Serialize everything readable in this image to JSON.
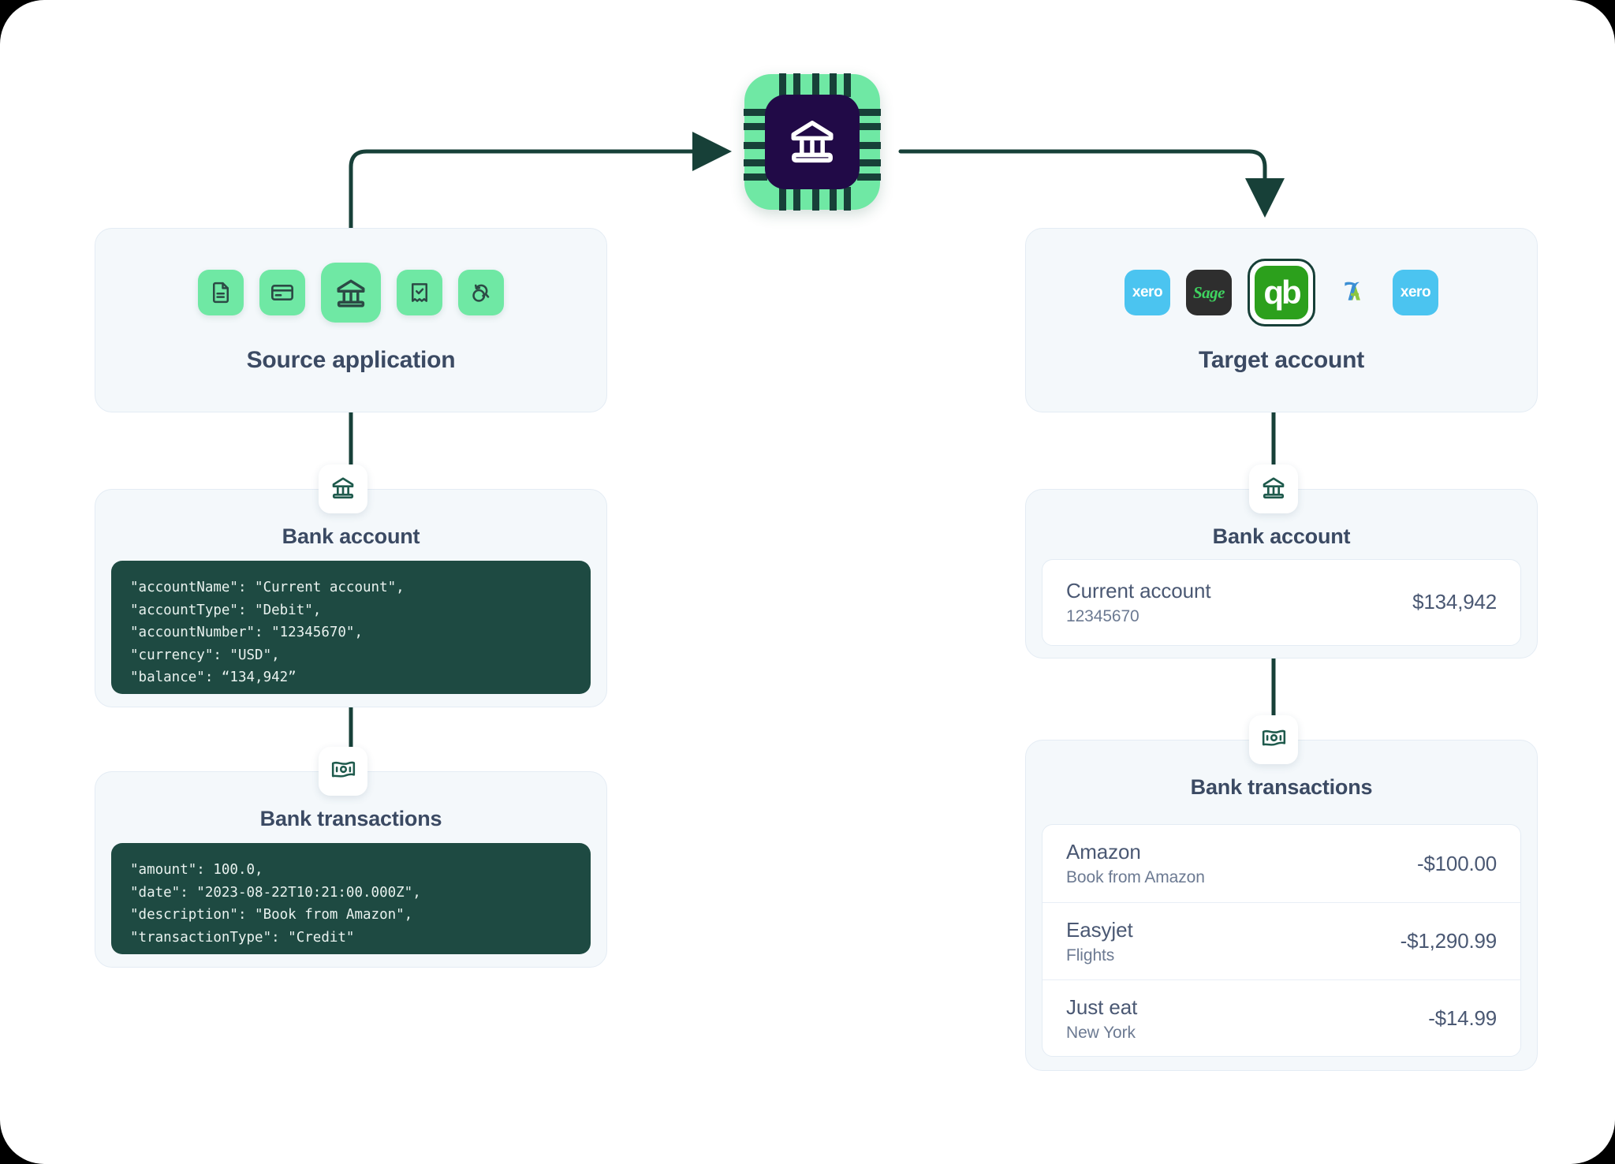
{
  "theme": {
    "canvas_bg": "#ffffff",
    "panel_bg": "#F4F8FB",
    "panel_border": "#E4ECF4",
    "accent_green": "#6FE8A4",
    "dark_green": "#174038",
    "code_bg": "#1E4A42",
    "title_color": "#3B4A63",
    "chip_core": "#210A47",
    "qb_green": "#2CA01C",
    "xero_blue": "#4BC4F0",
    "sage_dark": "#2E2E2E",
    "sage_green": "#3FD35F"
  },
  "center": {
    "icon": "bank-chip-icon",
    "label": "bank"
  },
  "source": {
    "title": "Source application",
    "icons": [
      {
        "name": "document-icon",
        "selected": false
      },
      {
        "name": "credit-card-icon",
        "selected": false
      },
      {
        "name": "bank-icon",
        "selected": true
      },
      {
        "name": "receipt-check-icon",
        "selected": false
      },
      {
        "name": "sync-refresh-icon",
        "selected": false
      }
    ],
    "bank_account": {
      "badge_icon": "bank-icon",
      "title": "Bank account",
      "code": "\"accountName\": \"Current account\",\n\"accountType\": \"Debit\",\n\"accountNumber\": \"12345670\",\n\"currency\": \"USD\",\n\"balance\": “134,942”"
    },
    "bank_transactions": {
      "badge_icon": "banknote-icon",
      "title": "Bank transactions",
      "code": "\"amount\": 100.0,\n\"date\": \"2023-08-22T10:21:00.000Z\",\n\"description\": \"Book from Amazon\",\n\"transactionType\": \"Credit\""
    }
  },
  "target": {
    "title": "Target account",
    "logos": [
      {
        "name": "xero-logo",
        "label": "xero",
        "selected": false
      },
      {
        "name": "sage-logo",
        "label": "Sage",
        "selected": false
      },
      {
        "name": "quickbooks-logo",
        "label": "qb",
        "selected": true
      },
      {
        "name": "freeagent-logo",
        "label": "",
        "selected": false
      },
      {
        "name": "xero-logo",
        "label": "xero",
        "selected": false
      }
    ],
    "bank_account": {
      "badge_icon": "bank-icon",
      "title": "Bank account",
      "account": {
        "name": "Current account",
        "number": "12345670",
        "balance": "$134,942"
      }
    },
    "bank_transactions": {
      "badge_icon": "banknote-icon",
      "title": "Bank transactions",
      "rows": [
        {
          "name": "Amazon",
          "description": "Book from Amazon",
          "amount": "-$100.00"
        },
        {
          "name": "Easyjet",
          "description": "Flights",
          "amount": "-$1,290.99"
        },
        {
          "name": "Just eat",
          "description": "New York",
          "amount": "-$14.99"
        }
      ]
    }
  }
}
